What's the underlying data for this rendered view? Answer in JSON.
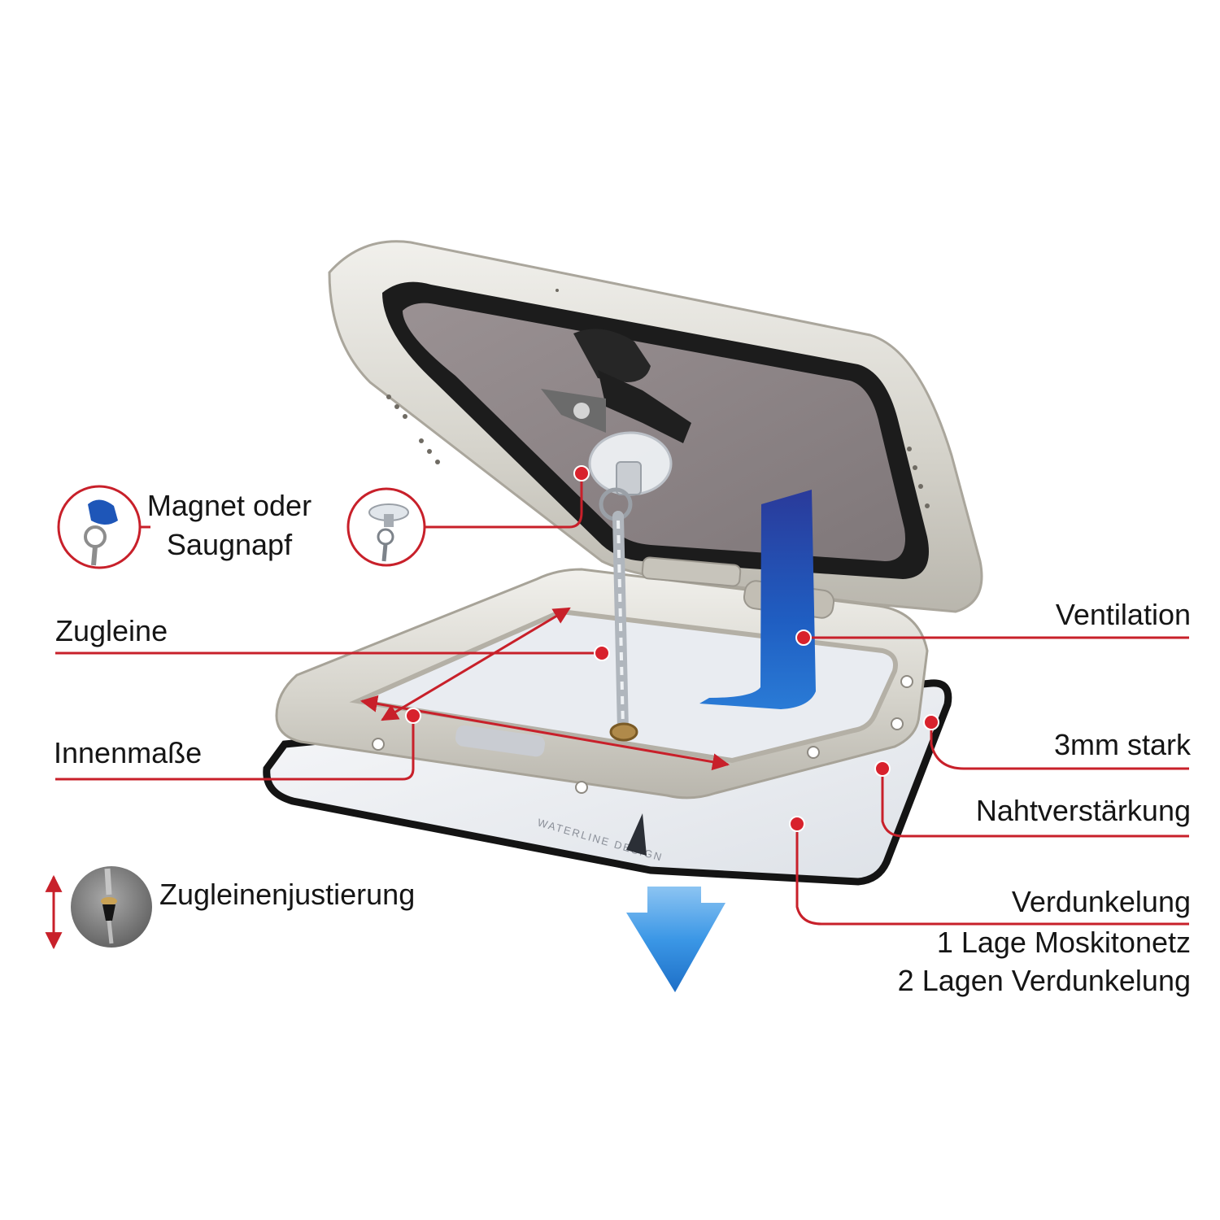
{
  "labels": {
    "magnet_line1": "Magnet oder",
    "magnet_line2": "Saugnapf",
    "zugleine": "Zugleine",
    "innenmasse": "Innenmaße",
    "zugleinenjustierung": "Zugleinenjustierung",
    "ventilation": "Ventilation",
    "staerke": "3mm stark",
    "nahtverstaerkung": "Nahtverstärkung",
    "verdunkelung": "Verdunkelung",
    "moskitonetz": "1 Lage Moskitonetz",
    "verdunkelung_lagen": "2 Lagen Verdunkelung"
  },
  "colors": {
    "callout_red": "#c8202a",
    "frame_silver": "#d9d7d0",
    "glass_tint": "#8f8688",
    "gasket_black": "#1c1c1c",
    "fabric_white": "#eef0f3",
    "ventilation_blue": "#1f4fb0",
    "arrow_blue": "#2b8be0"
  },
  "icons": [
    "magnet-icon",
    "suction-cup-icon",
    "line-adjuster-icon",
    "double-arrow-icon",
    "airflow-arrow-icon"
  ]
}
